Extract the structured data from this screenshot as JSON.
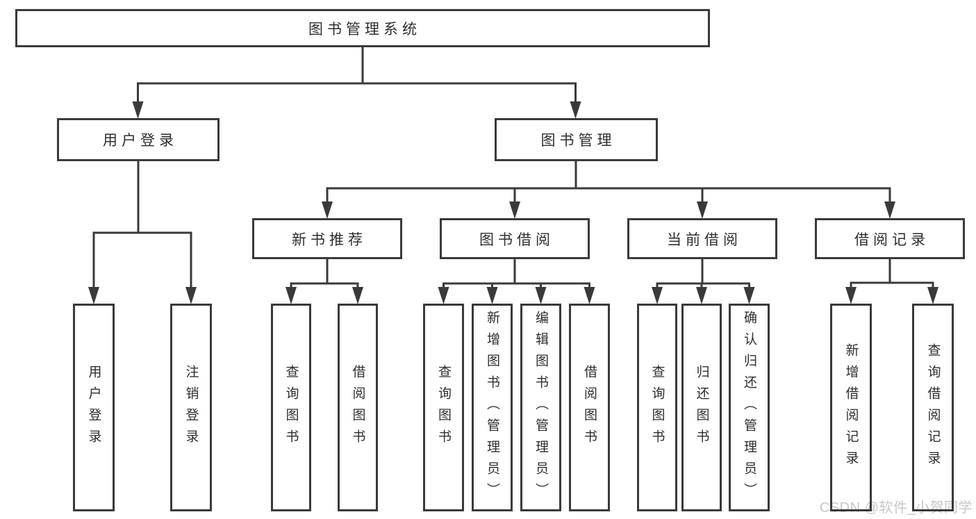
{
  "diagram_title": "图书管理系统",
  "tree": {
    "label": "图书管理系统",
    "children": [
      {
        "label": "用户登录",
        "children": [
          {
            "label": "用户登录"
          },
          {
            "label": "注销登录"
          }
        ]
      },
      {
        "label": "图书管理",
        "children": [
          {
            "label": "新书推荐",
            "children": [
              {
                "label": "查询图书"
              },
              {
                "label": "借阅图书"
              }
            ]
          },
          {
            "label": "图书借阅",
            "children": [
              {
                "label": "查询图书"
              },
              {
                "label": "新增图书（管理员）"
              },
              {
                "label": "编辑图书（管理员）"
              },
              {
                "label": "借阅图书"
              }
            ]
          },
          {
            "label": "当前借阅",
            "children": [
              {
                "label": "查询图书"
              },
              {
                "label": "归还图书"
              },
              {
                "label": "确认归还（管理员）"
              }
            ]
          },
          {
            "label": "借阅记录",
            "children": [
              {
                "label": "新增借阅记录"
              },
              {
                "label": "查询借阅记录"
              }
            ]
          }
        ]
      }
    ]
  },
  "watermark": {
    "text": "CSDN @软件_小贺同学",
    "color": "#c7c7c7"
  },
  "colors": {
    "line": "#3a3a3a",
    "text": "#2e2e2e",
    "background": "#ffffff"
  }
}
